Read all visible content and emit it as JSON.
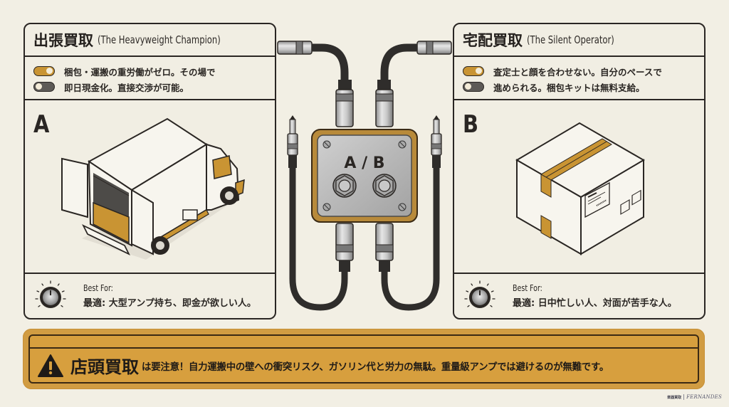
{
  "colors": {
    "background": "#f2efe4",
    "accent_gold": "#c99433",
    "banner": "#d79f3e",
    "outline": "#2a2623",
    "toggle_off": "#5d5a57"
  },
  "left_panel": {
    "title_jp": "出張買取",
    "title_en": "(The Heavyweight Champion)",
    "features": [
      {
        "toggle": "on",
        "text": "梱包・運搬の重労働がゼロ。その場で"
      },
      {
        "toggle": "off",
        "text": "即日現金化。直接交渉が可能。"
      }
    ],
    "letter": "A",
    "illustration": "truck-illustration",
    "best_for_label": "Best For:",
    "best_for_value": "最適: 大型アンプ持ち、即金が欲しい人。",
    "knob_icon": "knob-icon"
  },
  "right_panel": {
    "title_jp": "宅配買取",
    "title_en": "(The Silent Operator)",
    "features": [
      {
        "toggle": "on",
        "text": "査定士と顔を合わせない。自分のペースで"
      },
      {
        "toggle": "off",
        "text": "進められる。梱包キットは無料支給。"
      }
    ],
    "letter": "B",
    "illustration": "cardboard-box-illustration",
    "best_for_label": "Best For:",
    "best_for_value": "最適: 日中忙しい人、対面が苦手な人。",
    "knob_icon": "knob-icon"
  },
  "center_device": {
    "label": "A / B",
    "type": "ab-switch-box-with-cables"
  },
  "banner": {
    "icon": "warning-icon",
    "strong": "店頭買取",
    "text": "は要注意！自力運搬中の壁への衝突リスク、ガソリン代と労力の無駄。重量級アンプでは避けるのが無難です。"
  },
  "brand": {
    "jp": "楽器買取",
    "name": "FERNANDES"
  }
}
